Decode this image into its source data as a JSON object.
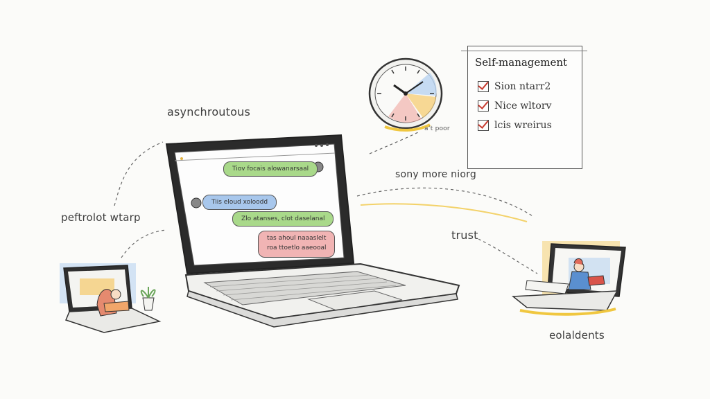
{
  "labels": {
    "asynchronous": "asynchroutous",
    "left_user": "peftrolot wtarp",
    "middle": "sony more niorg",
    "trust": "trust",
    "bottom_right": "eolaldents",
    "clock_note": "a’t poor"
  },
  "checklist": {
    "title": "Self-management",
    "items": [
      "Sion ntarr2",
      "Nice wltorv",
      "lcis wreirus"
    ]
  },
  "chat_messages": [
    {
      "text": "Tiov focais alowanarsaal",
      "color": "green"
    },
    {
      "text": "Tiis eloud xoloodd",
      "color": "blue"
    },
    {
      "text": "Zlo atanses, clot daselanal",
      "color": "green"
    },
    {
      "text": "tas ahoul naaaslelt\nroa ttoetlo aaeooal",
      "color": "pink"
    }
  ],
  "colors": {
    "green": "#a9d98a",
    "blue": "#a8c7ec",
    "pink": "#f1b4b4",
    "check": "#c83a2e"
  }
}
